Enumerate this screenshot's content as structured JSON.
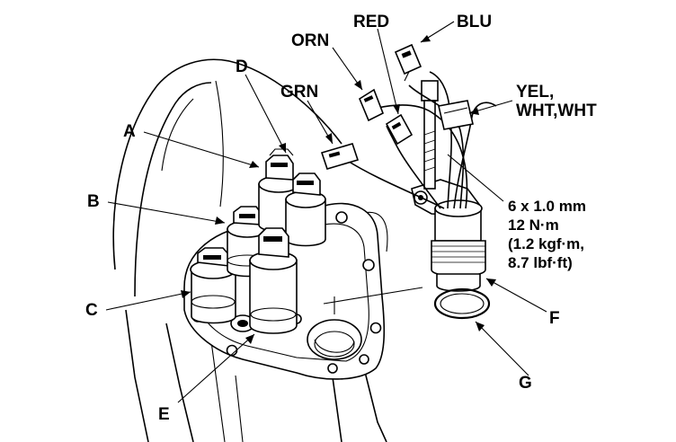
{
  "callouts": {
    "a": "A",
    "b": "B",
    "c": "C",
    "d": "D",
    "e": "E",
    "f": "F",
    "g": "G"
  },
  "wires": {
    "red": "RED",
    "blu": "BLU",
    "orn": "ORN",
    "grn": "GRN",
    "yel_line1": "YEL,",
    "yel_line2": "WHT,WHT"
  },
  "torque_spec": {
    "line1": "6 x 1.0 mm",
    "line2": "12 N·m",
    "line3": "(1.2 kgf·m,",
    "line4": "8.7 lbf·ft)"
  },
  "icons": [
    "solenoid-valve",
    "wire-connector",
    "bolt",
    "o-ring",
    "transmission-housing"
  ]
}
